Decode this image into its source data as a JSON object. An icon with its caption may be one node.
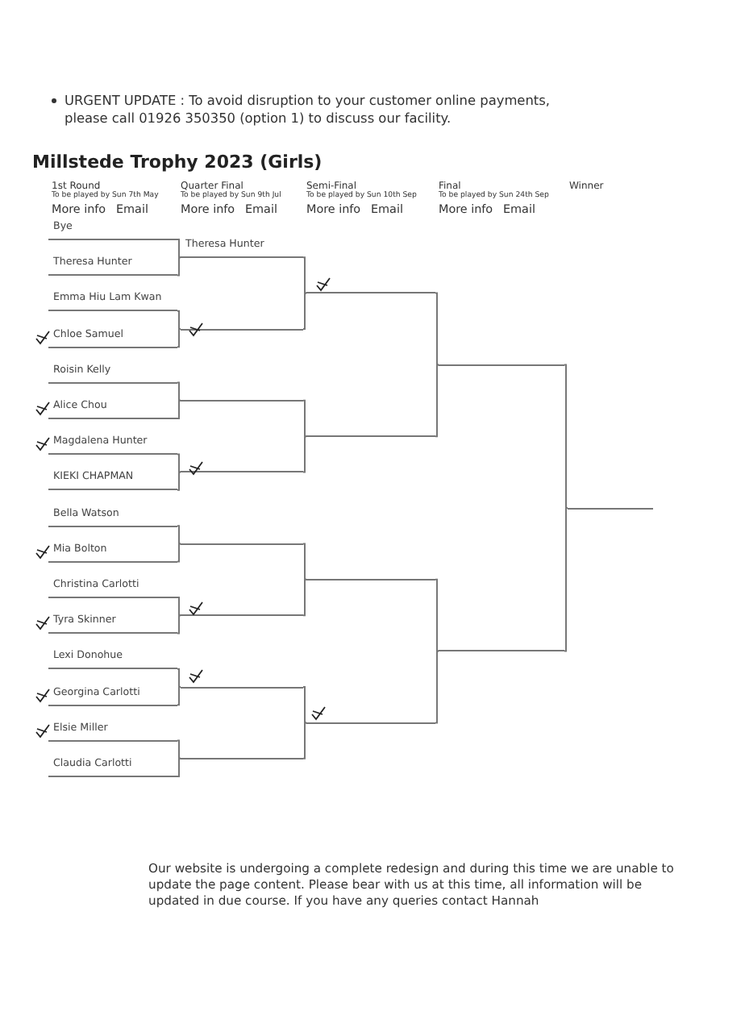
{
  "diagram": {
    "title": "Millstede Trophy 2023 (Girls)",
    "nodes": [
      {
        "text": [
          "Bye"
        ]
      },
      {
        "text": [
          "Theresa Hunter"
        ]
      },
      {
        "text": [
          "Emma Hiu Lam Kwan"
        ]
      },
      {
        "text": [
          "Chloe Samuel"
        ]
      },
      {
        "text": [
          "Roisin Kelly"
        ]
      },
      {
        "text": [
          "Alice Chou"
        ]
      },
      {
        "text": [
          "Magdalena Hunter"
        ]
      },
      {
        "text": [
          "KIEKI CHAPMAN"
        ]
      },
      {
        "text": [
          "Bella Watson"
        ]
      },
      {
        "text": [
          "Mia Bolton"
        ]
      },
      {
        "text": [
          "Christina Carlotti"
        ]
      },
      {
        "text": [
          "Tyra Skinner"
        ]
      },
      {
        "text": [
          "Lexi Donohue"
        ]
      },
      {
        "text": [
          "Georgina Carlotti"
        ]
      },
      {
        "text": [
          "Elsie Miller"
        ]
      },
      {
        "text": [
          "Claudia Carlotti"
        ]
      },
      {
        "text": [
          "Theresa Hunter"
        ]
      },
      {
        "text": [],
        "shape": "line"
      },
      {
        "text": [],
        "shape": "line"
      },
      {
        "text": [],
        "shape": "line"
      },
      {
        "text": [],
        "shape": "line"
      },
      {
        "text": [],
        "shape": "line"
      },
      {
        "text": [],
        "shape": "line"
      },
      {
        "text": [],
        "shape": "line"
      },
      {
        "text": [],
        "shape": "line"
      },
      {
        "text": [],
        "shape": "line"
      },
      {
        "text": [],
        "shape": "line"
      },
      {
        "text": [],
        "shape": "line"
      },
      {
        "text": [],
        "shape": "line"
      },
      {
        "text": [],
        "shape": "line"
      },
      {
        "text": [],
        "shape": "line"
      }
    ],
    "edges": [
      {
        "from": 0,
        "to": 16,
        "arrow": "none"
      },
      {
        "from": 1,
        "to": 16,
        "arrow": "none"
      },
      {
        "from": 2,
        "to": 17,
        "arrow": "none"
      },
      {
        "from": 3,
        "to": 17,
        "arrow": "none"
      },
      {
        "from": 4,
        "to": 18,
        "arrow": "none"
      },
      {
        "from": 5,
        "to": 18,
        "arrow": "none"
      },
      {
        "from": 6,
        "to": 19,
        "arrow": "none"
      },
      {
        "from": 7,
        "to": 19,
        "arrow": "none"
      },
      {
        "from": 8,
        "to": 20,
        "arrow": "none"
      },
      {
        "from": 9,
        "to": 20,
        "arrow": "none"
      },
      {
        "from": 10,
        "to": 21,
        "arrow": "none"
      },
      {
        "from": 11,
        "to": 21,
        "arrow": "none"
      },
      {
        "from": 12,
        "to": 22,
        "arrow": "none"
      },
      {
        "from": 13,
        "to": 22,
        "arrow": "none"
      },
      {
        "from": 14,
        "to": 23,
        "arrow": "none"
      },
      {
        "from": 15,
        "to": 23,
        "arrow": "none"
      },
      {
        "from": 16,
        "to": 24,
        "arrow": "none"
      },
      {
        "from": 17,
        "to": 24,
        "arrow": "none"
      },
      {
        "from": 18,
        "to": 25,
        "arrow": "none"
      },
      {
        "from": 19,
        "to": 25,
        "arrow": "none"
      },
      {
        "from": 20,
        "to": 26,
        "arrow": "none"
      },
      {
        "from": 21,
        "to": 26,
        "arrow": "none"
      },
      {
        "from": 22,
        "to": 27,
        "arrow": "none"
      },
      {
        "from": 23,
        "to": 27,
        "arrow": "none"
      },
      {
        "from": 24,
        "to": 28,
        "arrow": "none"
      },
      {
        "from": 25,
        "to": 28,
        "arrow": "none"
      },
      {
        "from": 26,
        "to": 29,
        "arrow": "none"
      },
      {
        "from": 27,
        "to": 29,
        "arrow": "none"
      },
      {
        "from": 28,
        "to": 30,
        "arrow": "none"
      },
      {
        "from": 29,
        "to": 30,
        "arrow": "none"
      }
    ],
    "labels": [
      "URGENT UPDATE : To avoid disruption to your customer online payments, please call 01926 350350 (option 1) to discuss our facility.",
      "1st Round",
      "Quarter Final",
      "Semi-Final",
      "Final",
      "Winner",
      "To be played by Sun 7th May",
      "To be played by Sun 9th Jul",
      "To be played by Sun 10th Sep",
      "To be played by Sun 24th Sep",
      "More info",
      "Email",
      "More info",
      "Email",
      "More info",
      "Email",
      "More info",
      "Email",
      "Our website is undergoing a complete redesign and during this time we are unable to update the page content. Please bear with us at this time, all information will be updated in due course. If you have any queries contact Hannah"
    ]
  }
}
